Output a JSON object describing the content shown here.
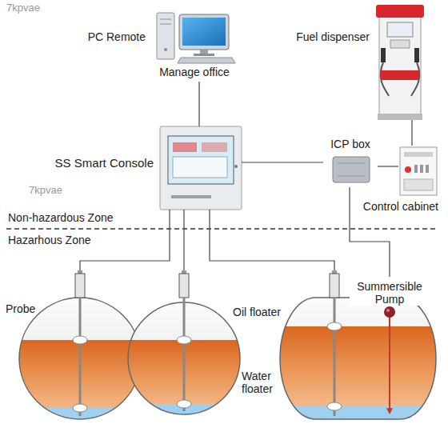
{
  "diagram": {
    "nodes": [
      {
        "text": [
          "PC Remote",
          "Manage office"
        ]
      },
      {
        "text": [
          "Fuel dispenser"
        ]
      },
      {
        "text": [
          "SS Smart Console"
        ]
      },
      {
        "text": [
          "ICP box"
        ]
      },
      {
        "text": [
          "Control cabinet"
        ]
      }
    ],
    "edges": [
      {
        "from": 0,
        "to": 2,
        "arrow": "none"
      },
      {
        "from": 1,
        "to": 4,
        "arrow": "none"
      },
      {
        "from": 2,
        "to": 3,
        "arrow": "none"
      },
      {
        "from": 3,
        "to": 4,
        "arrow": "none"
      }
    ],
    "labels": [
      "Non-hazardous Zone",
      "Hazarhous Zone",
      "Probe",
      "Oil floater",
      "Water floater",
      "Summersible Pump",
      "7kpvae",
      "7kpvae"
    ]
  }
}
